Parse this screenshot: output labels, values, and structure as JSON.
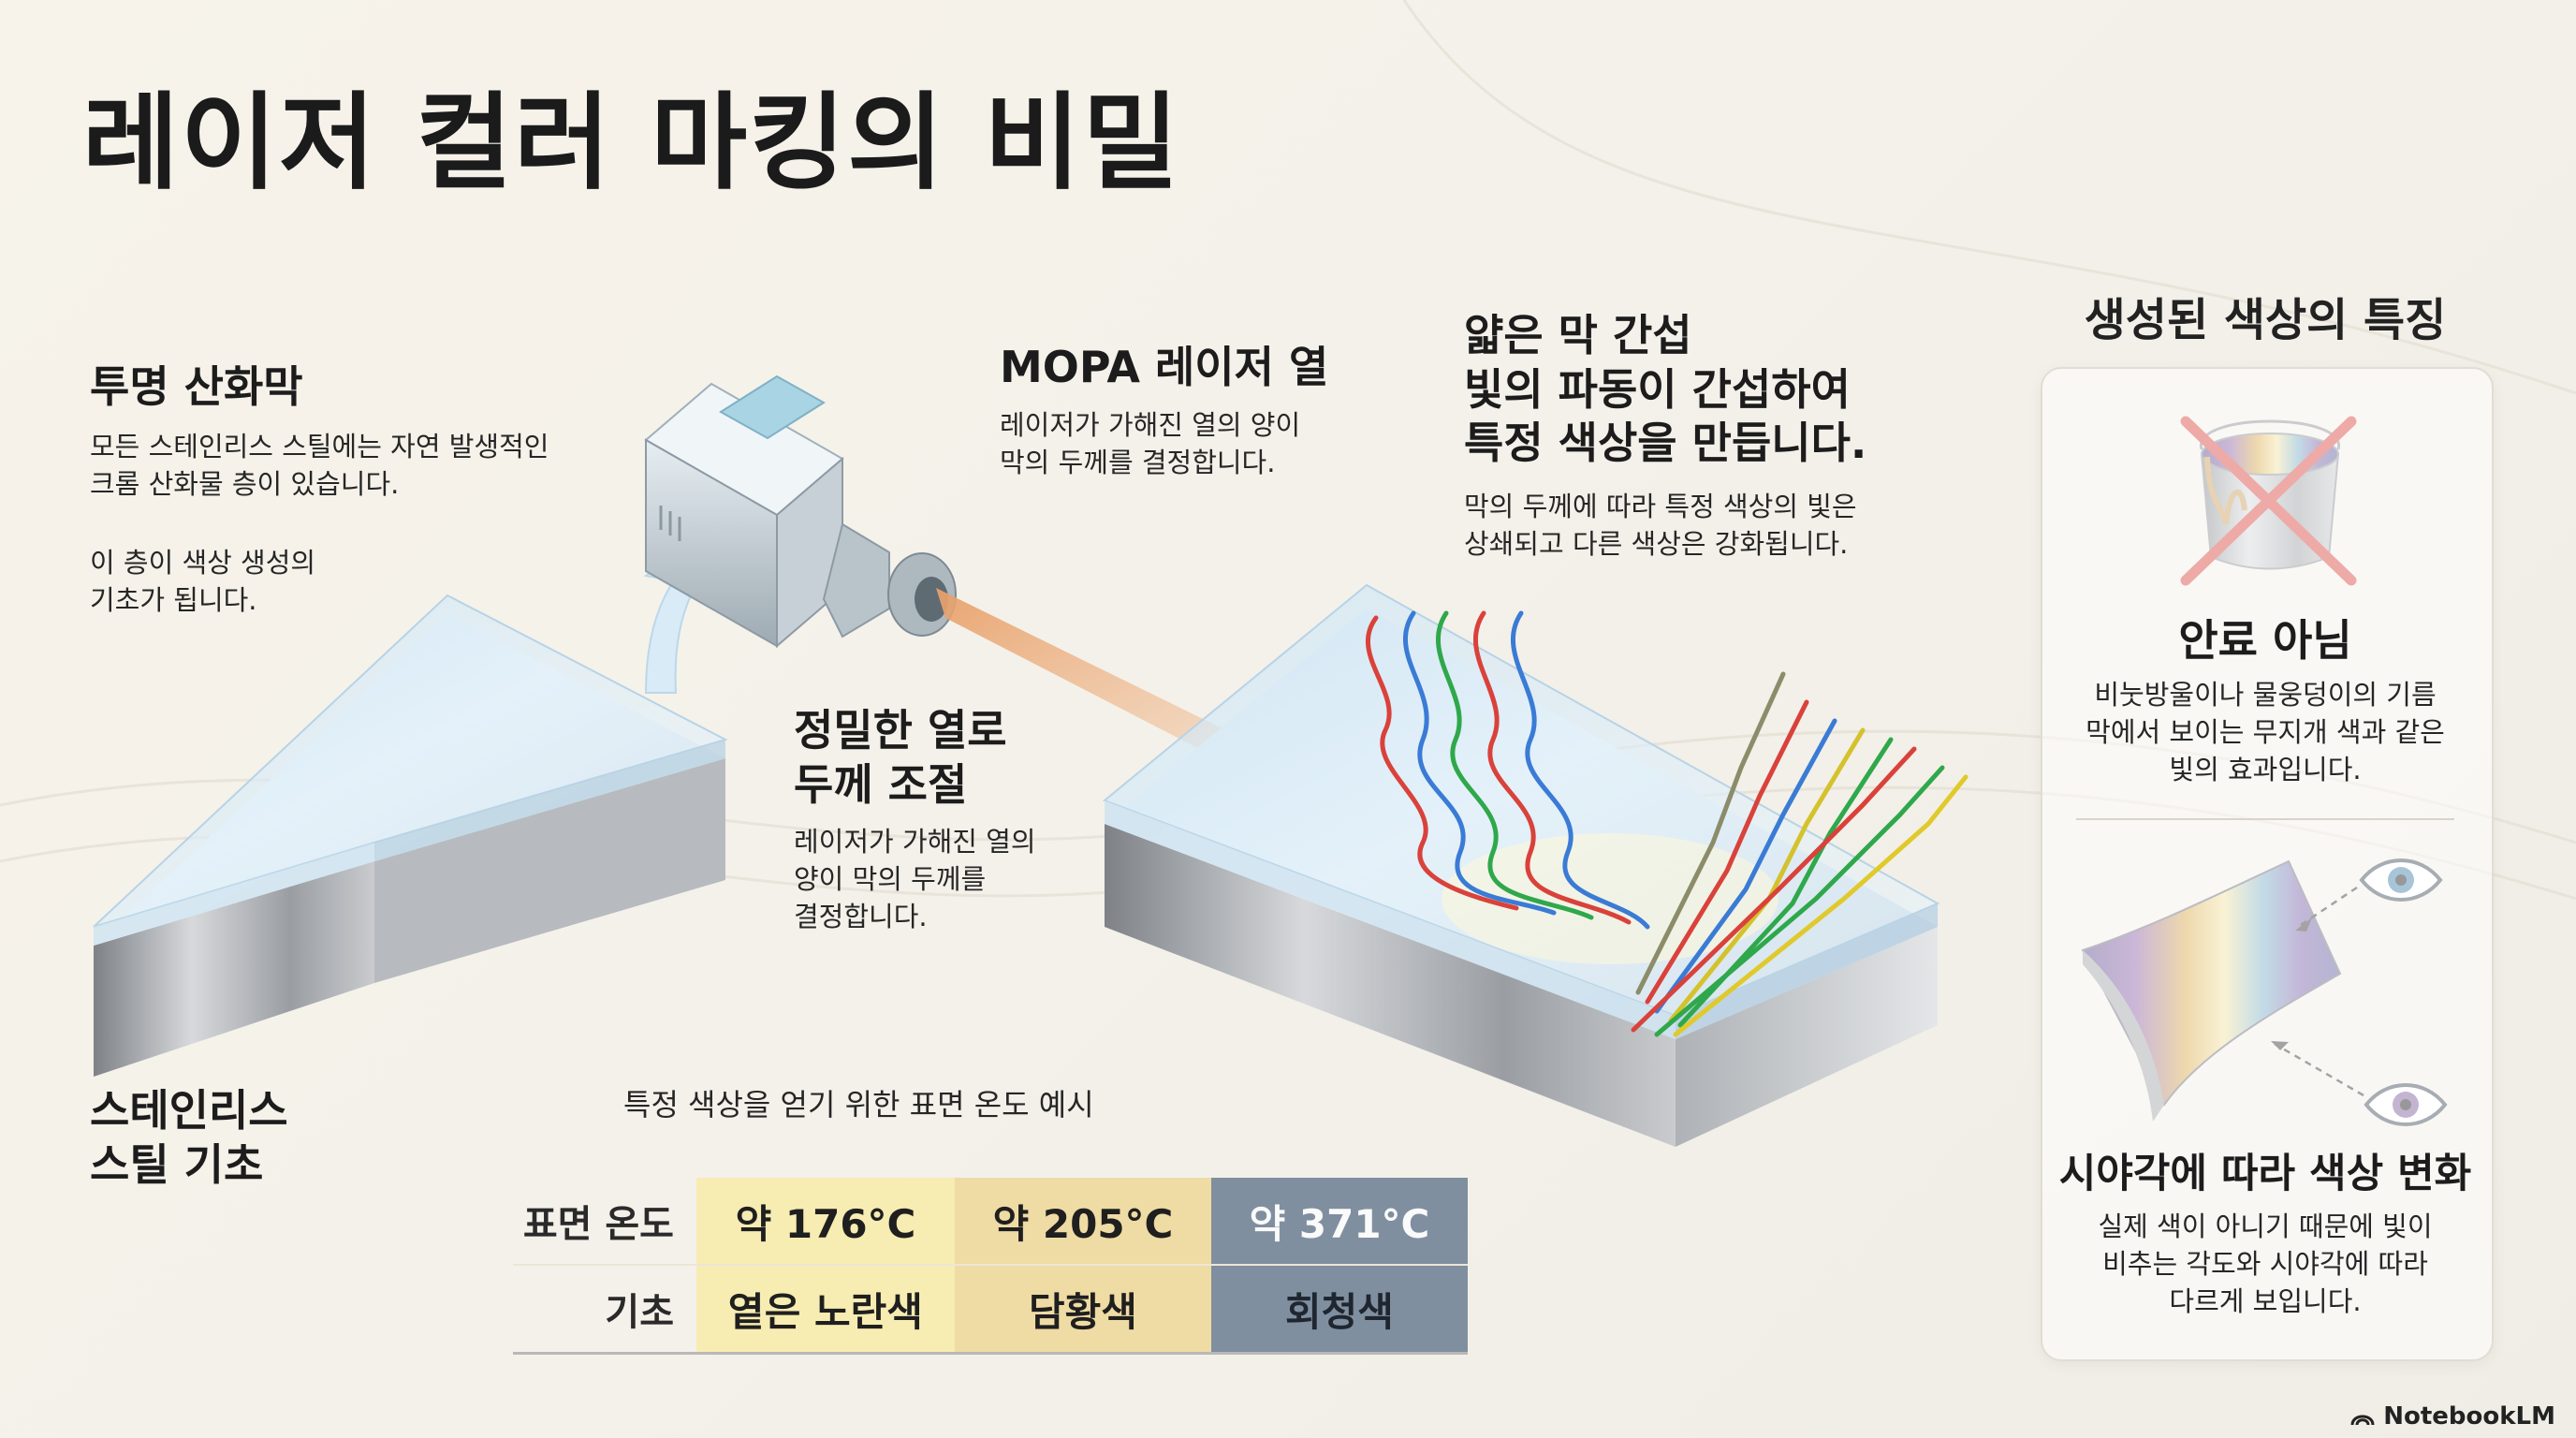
{
  "title": "레이저 컬러 마킹의 비밀",
  "film": {
    "heading": "투명 산화막",
    "line1": "모든 스테인리스 스틸에는 자연 발생적인",
    "line2": "크롬 산화물 층이 있습니다.",
    "note1": "이 층이 색상 생성의",
    "note2": "기초가 됩니다."
  },
  "steel_base": {
    "line1": "스테인리스",
    "line2": "스틸 기초"
  },
  "mopa": {
    "heading": "MOPA 레이저 열",
    "line1": "레이저가 가해진 열의 양이",
    "line2": "막의 두께를 결정합니다."
  },
  "precise": {
    "heading1": "정밀한 열로",
    "heading2": "두께 조절",
    "line1": "레이저가 가해진 열의",
    "line2": "양이 막의 두께를",
    "line3": "결정합니다."
  },
  "interference": {
    "heading1": "얇은 막 간섭",
    "heading2": "빛의 파동이 간섭하여",
    "heading3": "특정 색상을 만듭니다.",
    "line1": "막의 두께에 따라 특정 색상의 빛은",
    "line2": "상쇄되고 다른 색상은 강화됩니다."
  },
  "panel": {
    "title": "생성된 색상의 특징",
    "not_paint": {
      "heading": "안료 아님",
      "line1": "비눗방울이나 물웅덩이의 기름",
      "line2": "막에서 보이는 무지개 색과 같은",
      "line3": "빛의 효과입니다."
    },
    "angle": {
      "heading": "시야각에 따라 색상 변화",
      "line1": "실제 색이 아니기 때문에 빛이",
      "line2": "비추는 각도와 시야각에 따라",
      "line3": "다르게 보입니다."
    }
  },
  "table": {
    "caption": "특정 색상을 얻기 위한 표면 온도 예시",
    "row_labels": [
      "표면 온도",
      "기초"
    ],
    "temps": [
      "약 176°C",
      "약 205°C",
      "약 371°C"
    ],
    "colors": [
      "옅은 노란색",
      "담황색",
      "회청색"
    ]
  },
  "brand": "NotebookLM",
  "icons": [
    "laser-head-icon",
    "paint-bucket-icon",
    "cross-icon",
    "eye-icon",
    "curved-metal-icon",
    "arrow-icon"
  ]
}
